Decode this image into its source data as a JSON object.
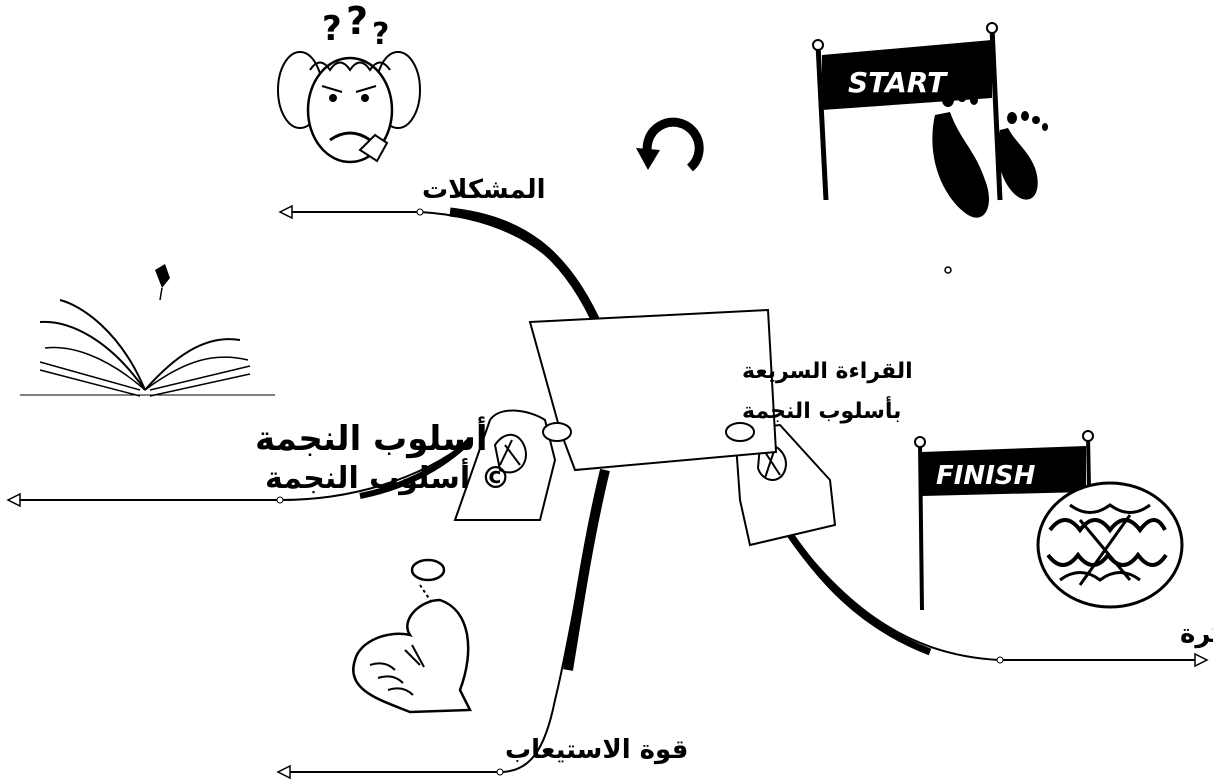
{
  "center": {
    "line1": "القراءة السريعة",
    "line2": "بأسلوب النجمة"
  },
  "branches": {
    "problems": "المشكلات",
    "method_line1": "أسلوب النجمة",
    "method_line2": "© أسلوب النجمة",
    "memory": "تقوية الذاكرة",
    "comprehension": "قوة الاستيعاب"
  },
  "banners": {
    "start": "START",
    "finish": "FINISH"
  },
  "icons": {
    "cycle": "cycle-arrow-icon",
    "confused": "confused-face-icon",
    "book": "open-book-icon",
    "brain": "brain-icon",
    "fist": "fist-icon",
    "footprints": "footprints-icon"
  },
  "colors": {
    "ink": "#000000",
    "paper": "#ffffff"
  }
}
